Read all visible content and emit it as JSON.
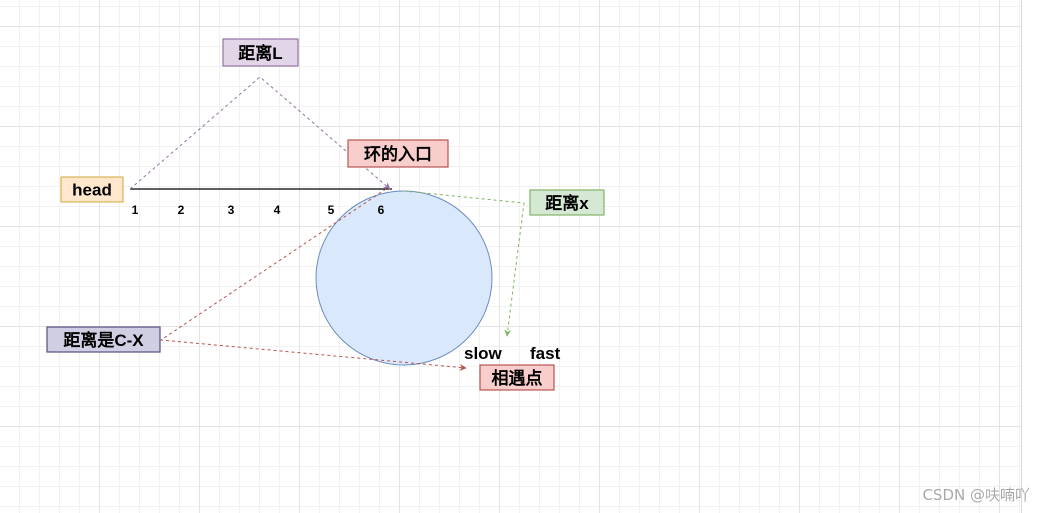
{
  "nodes": {
    "distance_l": "距离L",
    "loop_entry": "环的入口",
    "head": "head",
    "distance_x": "距离x",
    "distance_c_minus_x": "距离是C-X",
    "meeting_point": "相遇点",
    "slow": "slow",
    "fast": "fast"
  },
  "ticks": [
    "1",
    "2",
    "3",
    "4",
    "5",
    "6"
  ],
  "colors": {
    "orange_fill": "#ffe6cc",
    "orange_stroke": "#d6b656",
    "purple_fill": "#e1d5e7",
    "purple_stroke": "#9673a6",
    "green_fill": "#d5e8d4",
    "green_stroke": "#82b366",
    "red_fill": "#f8cecc",
    "red_stroke": "#b85450",
    "navy_fill": "#d0cee2",
    "navy_stroke": "#56517e",
    "circle_fill": "#dae8fc",
    "circle_stroke": "#6c8ebf"
  },
  "watermark": "CSDN @呋喃吖"
}
